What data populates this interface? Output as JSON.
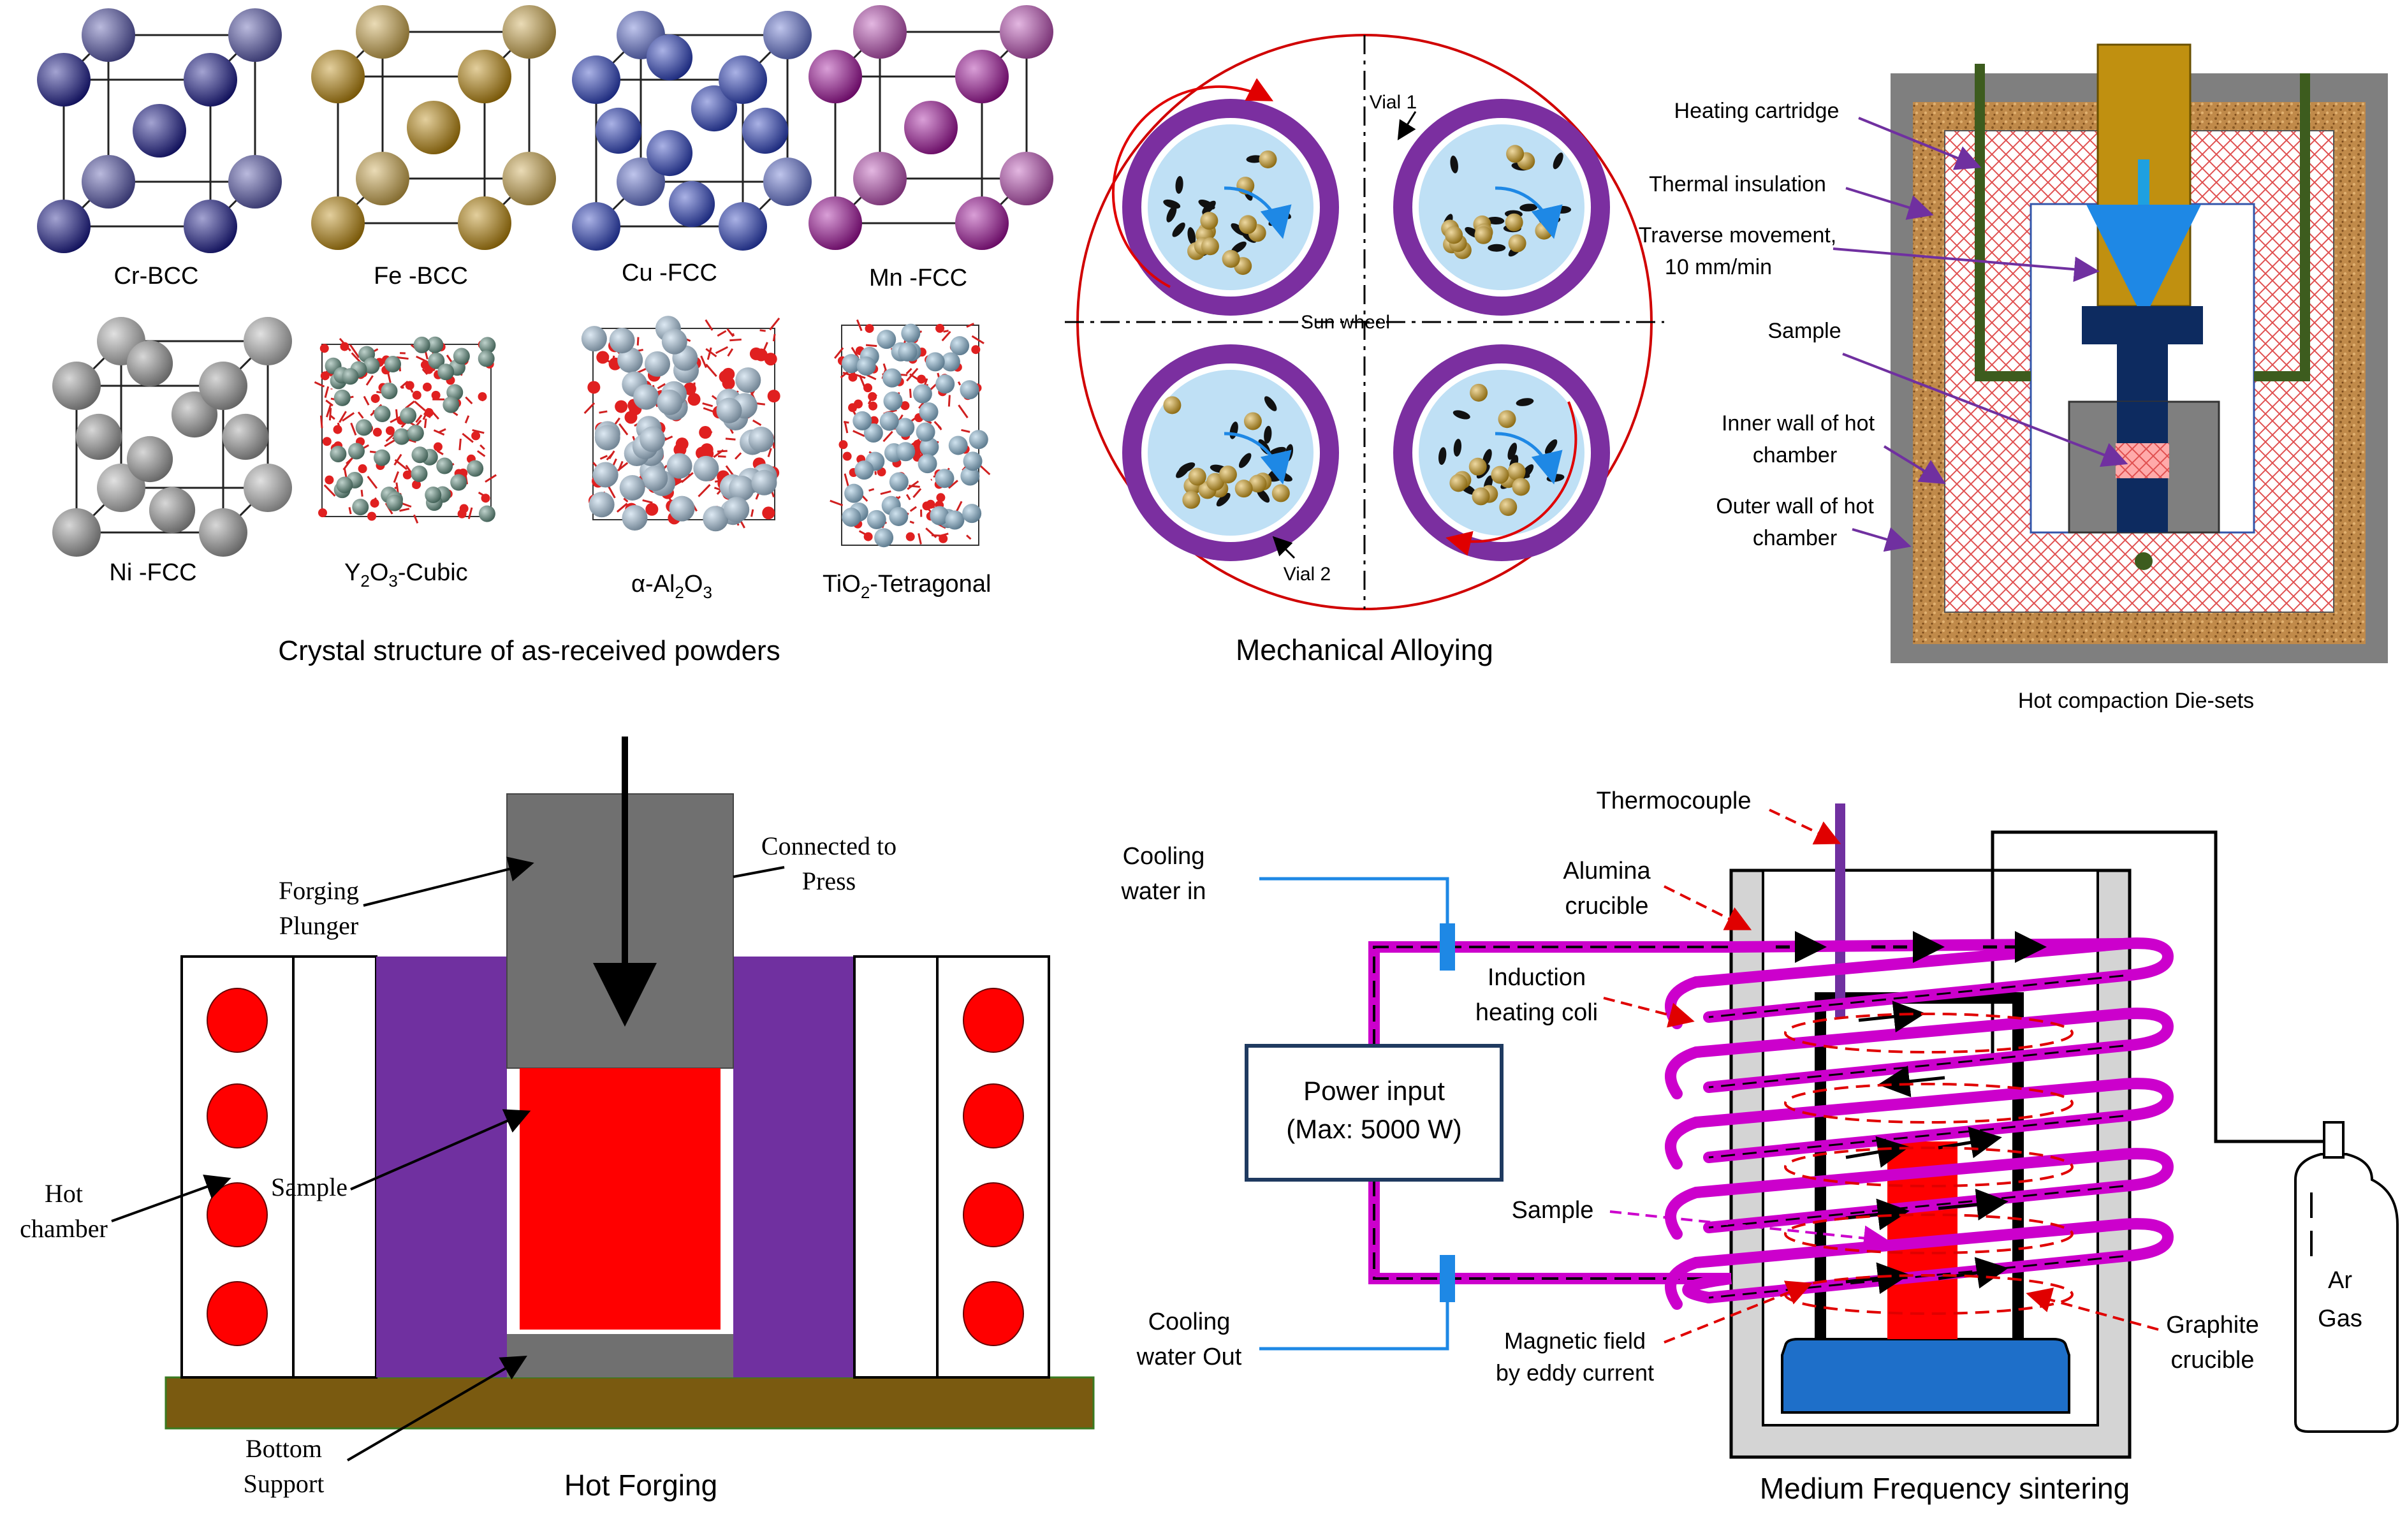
{
  "colors": {
    "cr": "#1a1a8c",
    "fe": "#b8860b",
    "cu": "#2a3fbf",
    "mn": "#a0109a",
    "ni": "#9a9a9a",
    "vial": "#7b2fa0",
    "vial_inner": "#bfe0f5",
    "ball": "#d4a017",
    "powder": "#111111",
    "die_outer": "#7f7f7f",
    "die_insulation": "#b8864b",
    "hatch": "#e05050",
    "heater": "#3d5c1e",
    "punch": "#c09010",
    "ram": "#0d2b60",
    "sample": "#ff0000",
    "forge_plunger": "#707070",
    "forge_mold": "#7030a0",
    "base": "#7a5a10",
    "coil": "#cc00cc",
    "pipe": "#1e88e5",
    "graphite_base": "#1e6fc9"
  },
  "crystal_panel": {
    "caption": "Crystal structure of as-received powders",
    "structures": [
      {
        "id": "cr",
        "label": "Cr-BCC"
      },
      {
        "id": "fe",
        "label": "Fe -BCC"
      },
      {
        "id": "cu",
        "label": "Cu -FCC"
      },
      {
        "id": "mn",
        "label": "Mn -FCC"
      },
      {
        "id": "ni",
        "label": "Ni -FCC"
      },
      {
        "id": "y2o3",
        "label": "-Cubic"
      },
      {
        "id": "al2o3",
        "label": ""
      },
      {
        "id": "tio2",
        "label": "-Tetragonal"
      }
    ]
  },
  "mech_alloying": {
    "caption": "Mechanical Alloying",
    "vial1": "Vial 1",
    "vial2": "Vial 2",
    "sun_wheel": "Sun wheel"
  },
  "hot_compaction": {
    "caption": "Hot compaction Die-sets",
    "labels": {
      "heating_cartridge": "Heating cartridge",
      "thermal_insulation": "Thermal insulation",
      "traverse_1": "Traverse movement,",
      "traverse_2": "10 mm/min",
      "sample": "Sample",
      "inner_wall_1": "Inner wall of hot",
      "inner_wall_2": "chamber",
      "outer_wall_1": "Outer wall of hot",
      "outer_wall_2": "chamber"
    }
  },
  "hot_forging": {
    "caption": "Hot Forging",
    "labels": {
      "connected_1": "Connected to",
      "connected_2": "Press",
      "plunger_1": "Forging",
      "plunger_2": "Plunger",
      "sample": "Sample",
      "chamber_1": "Hot",
      "chamber_2": "chamber",
      "bottom_1": "Bottom",
      "bottom_2": "Support"
    }
  },
  "mf_sintering": {
    "caption": "Medium Frequency sintering",
    "labels": {
      "thermocouple": "Thermocouple",
      "cooling_in_1": "Cooling",
      "cooling_in_2": "water in",
      "alumina_1": "Alumina",
      "alumina_2": "crucible",
      "induction_1": "Induction",
      "induction_2": "heating coli",
      "power_1": "Power input",
      "power_2": "(Max: 5000 W)",
      "sample": "Sample",
      "cooling_out_1": "Cooling",
      "cooling_out_2": "water Out",
      "magnetic_1": "Magnetic field",
      "magnetic_2": "by eddy current",
      "graphite_1": "Graphite",
      "graphite_2": "crucible",
      "ar": "Ar",
      "gas": "Gas"
    }
  }
}
